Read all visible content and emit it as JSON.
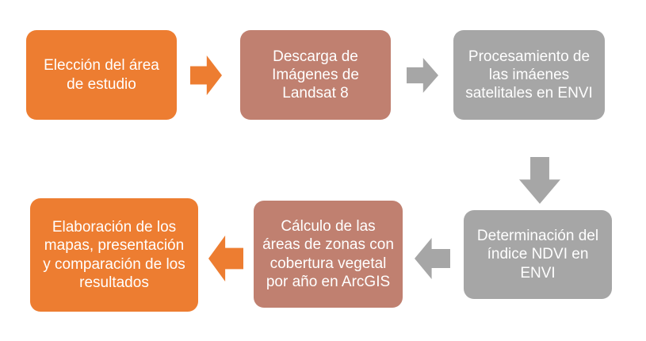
{
  "page": {
    "background": "#FFFFFF"
  },
  "palette": {
    "orange": "#ED7D31",
    "salmon": "#C08070",
    "gray": "#A6A6A6",
    "label_text": "#FFFFFF"
  },
  "flowchart": {
    "steps": [
      {
        "order": 1,
        "label": "Elección del área de estudio",
        "color": "#ED7D31"
      },
      {
        "order": 2,
        "label": "Descarga de Imágenes de Landsat 8",
        "color": "#C08070"
      },
      {
        "order": 3,
        "label": "Procesamiento de las imáenes satelitales en ENVI",
        "color": "#A6A6A6"
      },
      {
        "order": 4,
        "label": "Determinación del índice NDVI en ENVI",
        "color": "#A6A6A6"
      },
      {
        "order": 5,
        "label": "Cálculo de las áreas de zonas con cobertura vegetal por año en ArcGIS",
        "color": "#C08070"
      },
      {
        "order": 6,
        "label": "Elaboración de los mapas, presentación y comparación de los resultados",
        "color": "#ED7D31"
      }
    ],
    "arrows": [
      {
        "from": 1,
        "to": 2,
        "direction": "right",
        "color": "#ED7D31"
      },
      {
        "from": 2,
        "to": 3,
        "direction": "right",
        "color": "#A6A6A6"
      },
      {
        "from": 3,
        "to": 4,
        "direction": "down",
        "color": "#A6A6A6"
      },
      {
        "from": 4,
        "to": 5,
        "direction": "left",
        "color": "#A6A6A6"
      },
      {
        "from": 5,
        "to": 6,
        "direction": "left",
        "color": "#ED7D31"
      }
    ]
  }
}
